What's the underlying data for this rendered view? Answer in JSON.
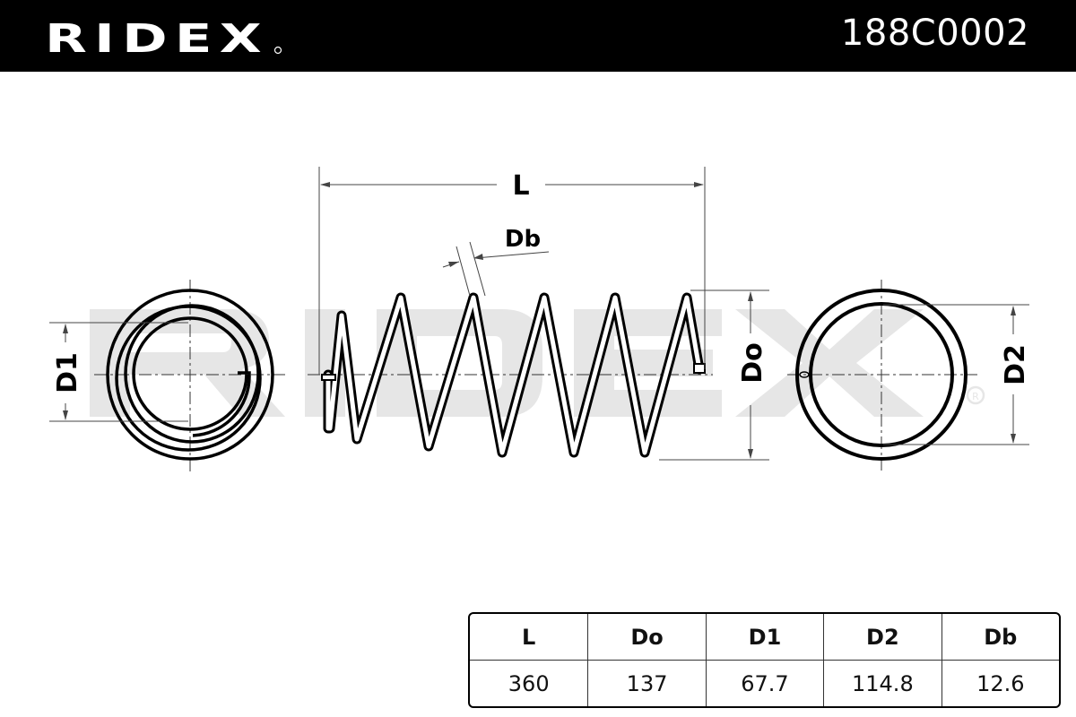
{
  "header": {
    "brand": "RIDEX",
    "part_number": "188C0002"
  },
  "drawing": {
    "watermark_text": "RIDEX",
    "labels": {
      "length": "L",
      "wire_diameter": "Db",
      "outer_diameter": "Do",
      "end_diameter_1": "D1",
      "end_diameter_2": "D2"
    }
  },
  "spec_table": {
    "headers": [
      "L",
      "Do",
      "D1",
      "D2",
      "Db"
    ],
    "values": [
      "360",
      "137",
      "67.7",
      "114.8",
      "12.6"
    ]
  },
  "colors": {
    "header_bg": "#000000",
    "line": "#000000",
    "dim_line": "#555555",
    "watermark": "#e6e6e6"
  }
}
